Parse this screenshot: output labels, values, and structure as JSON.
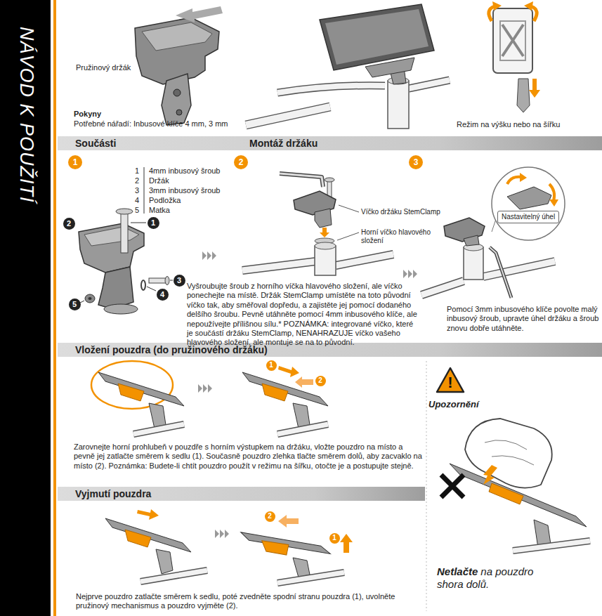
{
  "diagram": {
    "nodes": [
      {
        "text": [
          "NÁVOD K POUŽITÍ"
        ]
      },
      {
        "text": [
          "Součásti",
          "Montáž držáku"
        ]
      },
      {
        "text": [
          "1"
        ]
      },
      {
        "text": [
          "2"
        ]
      },
      {
        "text": [
          "3"
        ]
      },
      {
        "text": [
          "1"
        ]
      },
      {
        "text": [
          "2"
        ]
      },
      {
        "text": [
          "3"
        ]
      },
      {
        "text": [
          "4"
        ]
      },
      {
        "text": [
          "5"
        ]
      },
      {
        "text": [
          "Nastavitelný úhel"
        ]
      },
      {
        "text": [
          "Vložení pouzdra (do pružinového držáku)"
        ]
      },
      {
        "text": [
          "1"
        ]
      },
      {
        "text": [
          "2"
        ]
      },
      {
        "text": [
          "!"
        ]
      },
      {
        "text": [
          "Vyjmutí pouzdra"
        ]
      },
      {
        "text": [
          "2"
        ]
      },
      {
        "text": [
          "1"
        ]
      }
    ],
    "labels": [
      "Pružinový držák",
      "Pokyny",
      "Potřebné nářadí: Inbusové klíče 4 mm, 3 mm",
      "Režim na výšku nebo na šířku",
      "1",
      "4mm inbusový šroub",
      "2",
      "Držák",
      "3",
      "3mm inbusový šroub",
      "4",
      "Podložka",
      "5",
      "Matka",
      "Víčko držáku StemClamp",
      "Horní víčko hlavového složení",
      "Vyšroubujte šroub z horního víčka hlavového složení, ale víčko ponechejte na místě. Držák StemClamp umístěte na toto původní víčko tak, aby směřoval dopředu, a zajistěte jej pomocí dodaného delšího šroubu. Pevně utáhněte pomocí 4mm inbusového klíče, ale nepoužívejte přílišnou sílu.* POZNÁMKA: integrované víčko, které je součástí držáku StemClamp, NENAHRAZUJE víčko vašeho hlavového složení, ale montuje se na to původní.",
      "Pomocí 3mm inbusového klíče povolte malý inbusový šroub, upravte úhel držáku a šroub znovu dobře utáhněte.",
      "Zarovnejte horní prohlubeň v pouzdře s horním výstupkem na držáku, vložte pouzdro na místo a pevně jej zatlačte směrem k sedlu (1). Současně pouzdro zlehka tlačte směrem dolů, aby zacvaklo na místo (2). Poznámka: Budete-li chtít pouzdro použít v režimu na šířku, otočte je a postupujte stejně.",
      "Upozornění",
      "Netlačte",
      "na pouzdro shora dolů.",
      "Nejprve pouzdro zatlačte směrem k sedlu, poté zvedněte spodní stranu pouzdra (1), uvolněte pružinový mechanismus a pouzdro vyjměte (2)."
    ]
  }
}
